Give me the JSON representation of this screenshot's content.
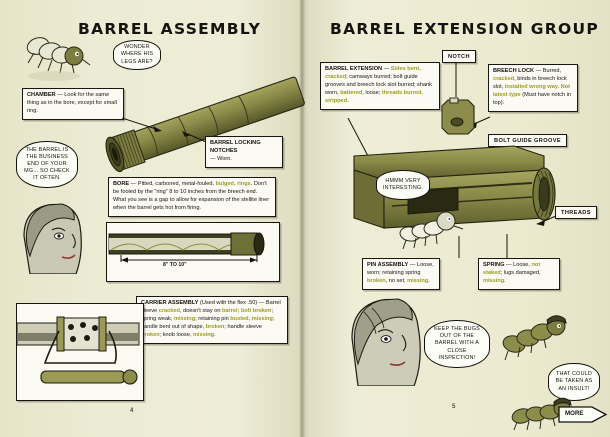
{
  "spread": {
    "left_page": {
      "title": "BARREL ASSEMBLY",
      "page_number": "4",
      "callouts": [
        {
          "name": "chamber",
          "title": "CHAMBER",
          "text": " — Look for the same thing as in the bore, except for small ring."
        },
        {
          "name": "barrel-locking-notches",
          "title": "BARREL LOCKING NOTCHES",
          "text": " — Worn."
        },
        {
          "name": "bore",
          "title": "BORE",
          "text_1": " — Pitted, carboned, metal-fouled, ",
          "highlight_1": "bulged, rings",
          "text_2": ". Don't be fooled by the \"ring\" 8 to 10 inches from the breech end. What you see is a gap to allow for expansion of the stellite liner when the barrel gets hot from firing."
        },
        {
          "name": "carrier-assembly",
          "title": "CARRIER ASSEMBLY",
          "text_1": " (Used with the flex .50) — Barrel sleeve ",
          "highlight_1": "cracked",
          "text_2": ", doesn't stay on ",
          "highlight_2": "barrel; bolt broken",
          "text_3": "; spring weak, ",
          "highlight_3": "missing",
          "text_4": "; retaining pin ",
          "highlight_4": "busted, missing",
          "text_5": "; handle bent out of shape, ",
          "highlight_5": "broken",
          "text_6": "; handle sleeve ",
          "highlight_6": "broken",
          "text_7": "; knob loose, ",
          "highlight_7": "missing",
          "text_8": "."
        }
      ],
      "balloons": [
        {
          "name": "caterpillar-legs",
          "text": "WONDER WHERE HIS LEGS ARE?"
        },
        {
          "name": "woman-barrel-business-end",
          "text": "THE BARREL IS THE BUSINESS END OF YOUR MG... SO CHECK IT OFTEN."
        }
      ],
      "dimension_label": "8\" TO 10\""
    },
    "right_page": {
      "title": "BARREL EXTENSION GROUP",
      "page_number": "5",
      "labels": [
        {
          "name": "notch",
          "text": "NOTCH"
        },
        {
          "name": "bolt-guide-groove",
          "text": "BOLT GUIDE GROOVE"
        },
        {
          "name": "threads",
          "text": "THREADS"
        }
      ],
      "callouts": [
        {
          "name": "barrel-extension",
          "title": "BARREL EXTENSION",
          "text_1": " — ",
          "highlight_1": "Sides bent, cracked",
          "text_2": "; camways burred; bolt guide grooves and breech lock slot burred; shank worn, ",
          "highlight_2": "battered",
          "text_3": ", loose; ",
          "highlight_3": "threads burred, stripped",
          "text_4": "."
        },
        {
          "name": "breech-lock",
          "title": "BREECH LOCK",
          "text_1": " — Burred, ",
          "highlight_1": "cracked",
          "text_2": ", binds in breech lock slot, ",
          "highlight_2": "installed wrong way. Not latest type",
          "text_3": " (Must have notch in top)."
        },
        {
          "name": "pin-assembly",
          "title": "PIN ASSEMBLY",
          "text_1": " — Loose, worn; retaining spring ",
          "highlight_1": "broken",
          "text_2": ", no set, ",
          "highlight_2": "missing",
          "text_3": "."
        },
        {
          "name": "spring",
          "title": "SPRING",
          "text_1": " — Loose, ",
          "highlight_1": "not staked",
          "text_2": "; lugs damaged, ",
          "highlight_2": "missing",
          "text_3": "."
        }
      ],
      "balloons": [
        {
          "name": "caterpillar-interesting",
          "text": "HMMM VERY INTERESTING."
        },
        {
          "name": "woman-keep-bugs-out",
          "text": "KEEP THE BUGS OUT OF THE BARREL WITH A CLOSE INSPECTION!"
        },
        {
          "name": "caterpillar-insult",
          "text": "THAT COULD BE TAKEN AS AN INSULT!"
        }
      ],
      "more_label": "MORE"
    }
  },
  "colors": {
    "paper": "#eae9d0",
    "olive": "#8a8a48",
    "ink": "#15140e",
    "highlight": "#9a9a22",
    "box": "#fbfbf4"
  }
}
